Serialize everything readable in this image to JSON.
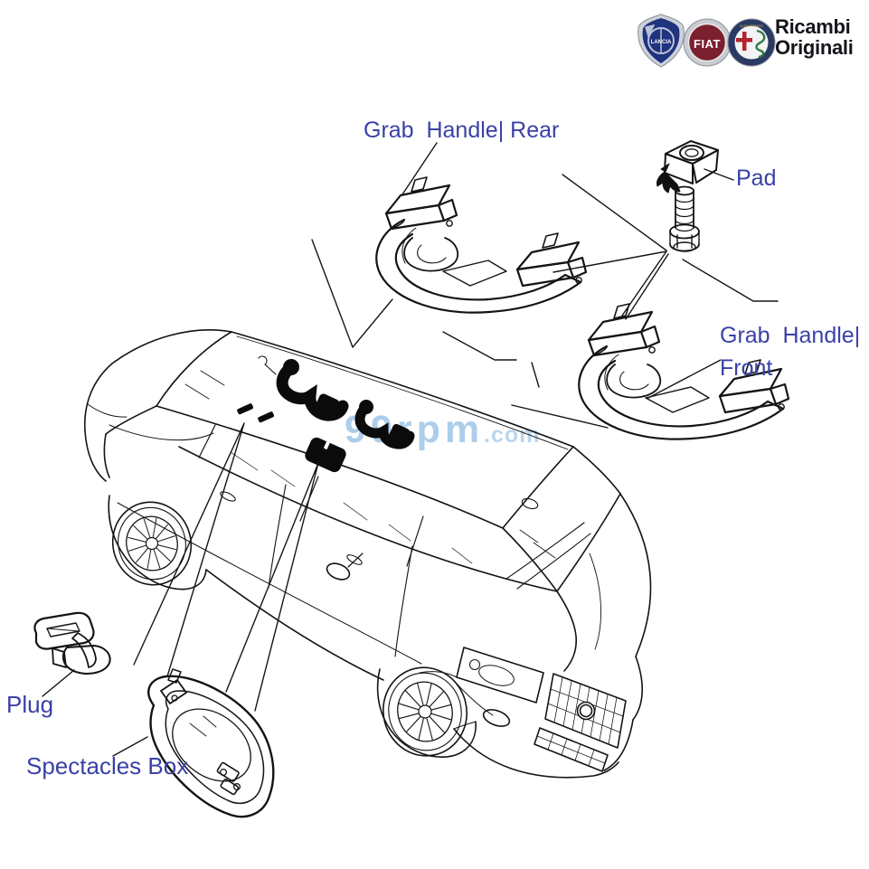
{
  "header": {
    "brand_line1": "Ricambi",
    "brand_line2": "Originali",
    "logos": [
      {
        "name": "lancia-badge",
        "text": "LANCIA"
      },
      {
        "name": "fiat-badge",
        "text": "FIAT"
      },
      {
        "name": "alfa-romeo-badge",
        "text": "ALFA ROMEO"
      }
    ]
  },
  "labels": {
    "grab_handle_rear": "Grab  Handle| Rear",
    "pad": "Pad",
    "grab_handle_front_line1": "Grab  Handle|",
    "grab_handle_front_line2": "Front",
    "plug": "Plug",
    "spectacles_box": "Spectacles Box"
  },
  "watermark": {
    "main": "99rpm",
    "suffix": ".com"
  },
  "colors": {
    "label_blue": "#3a41a6",
    "watermark_blue": "#a5c8e8",
    "diagram_ink": "#141414",
    "lancia_blue": "#20337f",
    "fiat_red": "#7c2030",
    "alfa_navy": "#2b3a63",
    "alfa_red": "#b2232e",
    "alfa_green": "#2c7a43",
    "brand_text": "#15151b"
  }
}
